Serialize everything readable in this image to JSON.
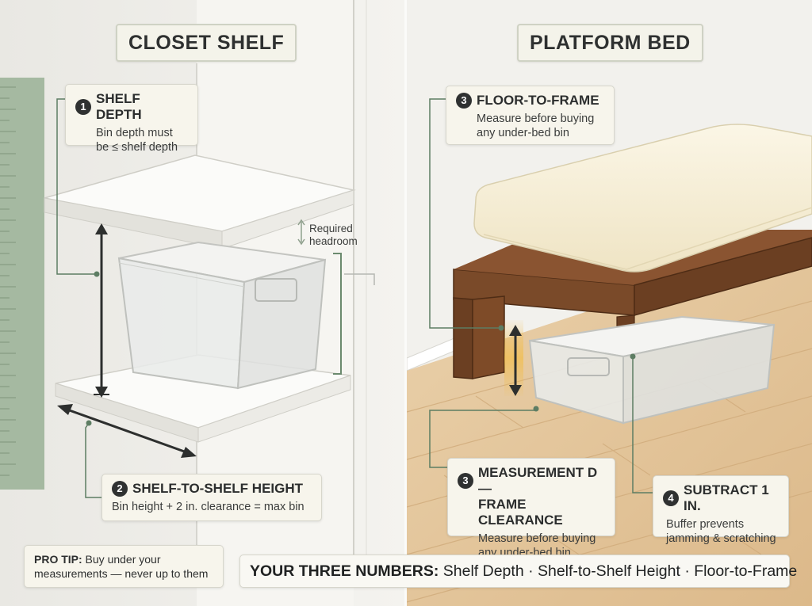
{
  "titles": {
    "left": "CLOSET SHELF",
    "right": "PLATFORM BED"
  },
  "callouts": {
    "shelf_depth": {
      "number": "1",
      "heading": "SHELF DEPTH",
      "body_line1": "Bin depth must",
      "body_line2": "be ≤ shelf depth"
    },
    "shelf_height": {
      "number": "2",
      "heading": "SHELF-TO-SHELF HEIGHT",
      "body": "Bin height + 2 in. clearance = max bin"
    },
    "floor_to_frame": {
      "number": "3",
      "heading": "FLOOR-TO-FRAME",
      "body_line1": "Measure before buying",
      "body_line2": "any under-bed bin"
    },
    "measurement_d": {
      "number": "3",
      "heading_line1": "MEASUREMENT D —",
      "heading_line2": "FRAME CLEARANCE",
      "body_line1": "Measure before buying",
      "body_line2": "any under-bed bin"
    },
    "subtract": {
      "number": "4",
      "heading": "SUBTRACT 1 IN.",
      "body_line1": "Buffer prevents",
      "body_line2": "jamming & scratching"
    }
  },
  "headroom_label": {
    "line1": "Required",
    "line2": "headroom"
  },
  "pro_tip": {
    "label": "PRO TIP:",
    "line1": " Buy under your",
    "line2": "measurements — never up to them"
  },
  "your_numbers": {
    "label": "YOUR THREE NUMBERS:",
    "text": " Shelf Depth · Shelf-to-Shelf Height · Floor-to-Frame"
  },
  "colors": {
    "accent_green": "#5d7d63",
    "ruler_green": "#9fb59c",
    "wood_frame": "#6b3f22",
    "floor_wood": "#e6c9a0",
    "mattress": "#f6eed6",
    "arrow_dark": "#2d2f2e",
    "clearance_glow": "#f0b640"
  }
}
